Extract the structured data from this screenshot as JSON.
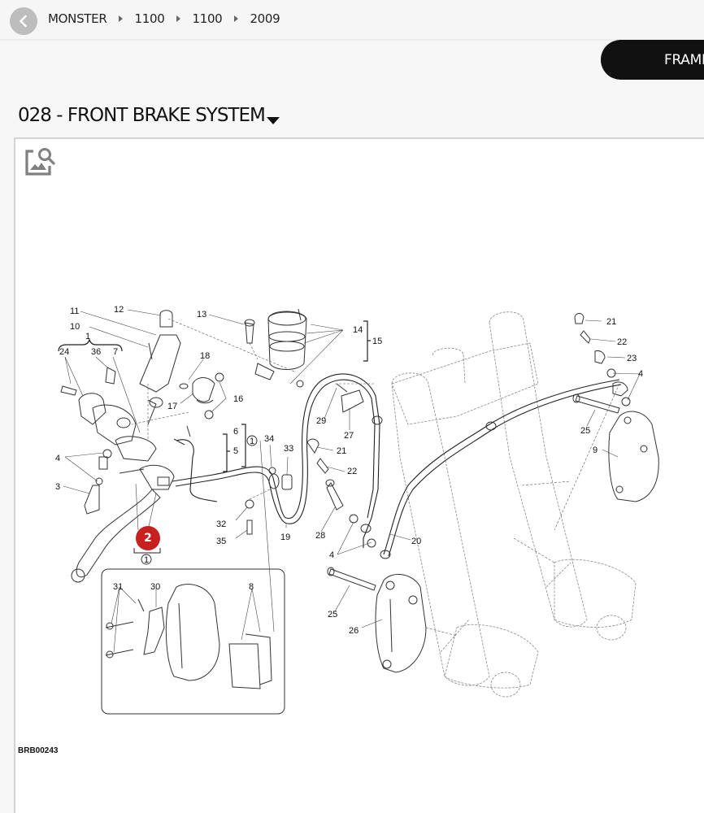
{
  "breadcrumb": {
    "items": [
      "MONSTER",
      "1100",
      "1100",
      "2009"
    ]
  },
  "header": {
    "back_icon": "chevron-left-icon",
    "frame_button_label": "FRAME"
  },
  "page": {
    "title": "028 - FRONT BRAKE SYSTEM",
    "title_icon": "caret-down-icon"
  },
  "diagram": {
    "zoom_icon": "image-search-icon",
    "reference_code": "BRB00243",
    "hotspots": [
      {
        "label": "2",
        "color": "#c8201f"
      }
    ],
    "callouts": {
      "c1": "1",
      "c3": "3",
      "c4a": "4",
      "c4b": "4",
      "c4c": "4",
      "c5": "5",
      "c6": "6",
      "c7": "7",
      "c8": "8",
      "c9": "9",
      "c10": "10",
      "c11": "11",
      "c12": "12",
      "c13": "13",
      "c14": "14",
      "c15": "15",
      "c16": "16",
      "c17": "17",
      "c18": "18",
      "c19": "19",
      "c20": "20",
      "c21a": "21",
      "c21b": "21",
      "c22a": "22",
      "c22b": "22",
      "c23": "23",
      "c24": "24",
      "c25a": "25",
      "c25b": "25",
      "c26": "26",
      "c27": "27",
      "c28": "28",
      "c29": "29",
      "c30": "30",
      "c31": "31",
      "c32": "32",
      "c33": "33",
      "c34": "34",
      "c35": "35",
      "c36": "36",
      "circ1a": "1",
      "circ1b": "1"
    }
  }
}
